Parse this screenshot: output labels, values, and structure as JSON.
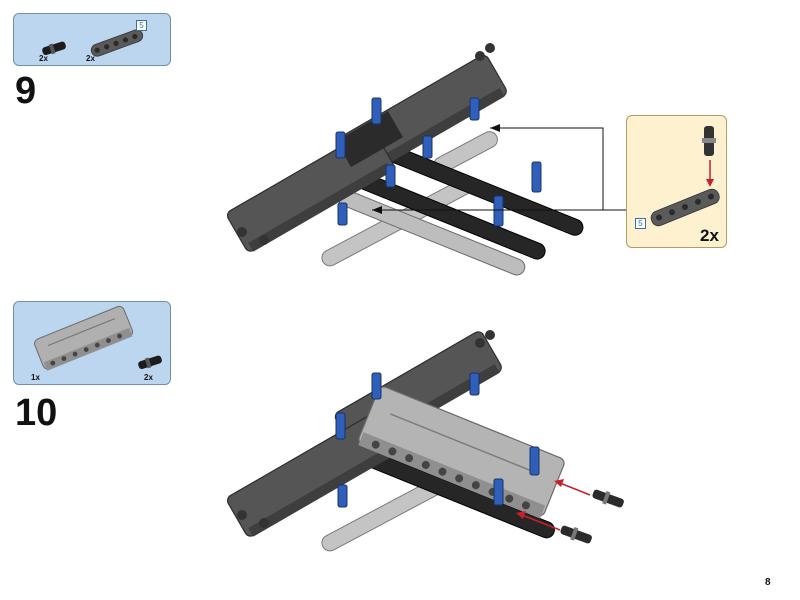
{
  "page": {
    "number": "8"
  },
  "steps": [
    {
      "number": "9",
      "parts": [
        {
          "name": "black friction pin",
          "qty": "2x",
          "color": "#1c1c1c"
        },
        {
          "name": "dark gray beam 5",
          "qty": "2x",
          "color": "#5a5a5a",
          "length_badge": "5"
        }
      ],
      "callout": {
        "qty": "2x",
        "length_badge": "5"
      }
    },
    {
      "number": "10",
      "parts": [
        {
          "name": "light gray frame plate",
          "qty": "1x",
          "color": "#a8a8a8"
        },
        {
          "name": "black friction pin",
          "qty": "2x",
          "color": "#1c1c1c"
        }
      ]
    }
  ],
  "colors": {
    "parts_box": "#bcd6f0",
    "callout": "#fdf1cf",
    "dark_gray": "#595959",
    "light_gray": "#b4b4b4",
    "black": "#222222",
    "blue_axle": "#2f5fb8",
    "arrow_red": "#c8202a"
  }
}
